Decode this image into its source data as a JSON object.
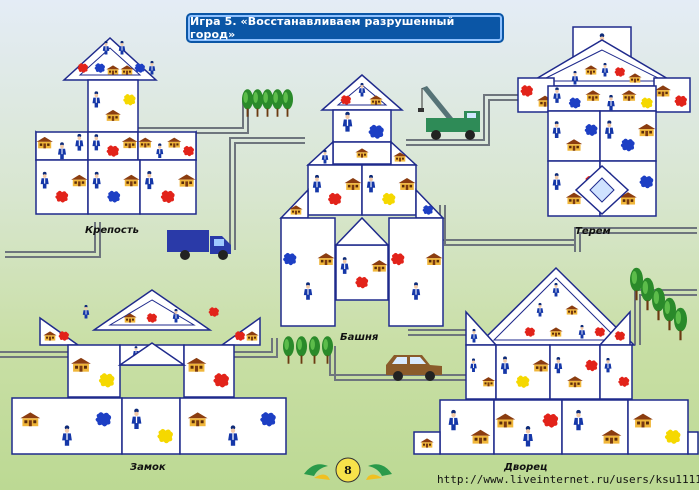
{
  "title": "Игра 5. «Восстанавливаем разрушенный город»",
  "labels": {
    "fortress": "Крепость",
    "tower": "Башня",
    "terem": "Терем",
    "castle": "Замок",
    "palace": "Дворец"
  },
  "page_number": "8",
  "watermark": "http://www.liveinternet.ru/users/ksu11111/",
  "colors": {
    "banner": "#0b56a6",
    "road": "#6e757d",
    "card_border": "#1f2a8c",
    "red": "#e2231a",
    "blue": "#1d3fc4",
    "yellow": "#f5d800"
  },
  "icons": [
    "policeman-icon",
    "house-icon",
    "red-blot-icon",
    "blue-blot-icon",
    "yellow-blot-icon",
    "truck-icon",
    "crane-icon",
    "car-icon",
    "tree-icon"
  ]
}
